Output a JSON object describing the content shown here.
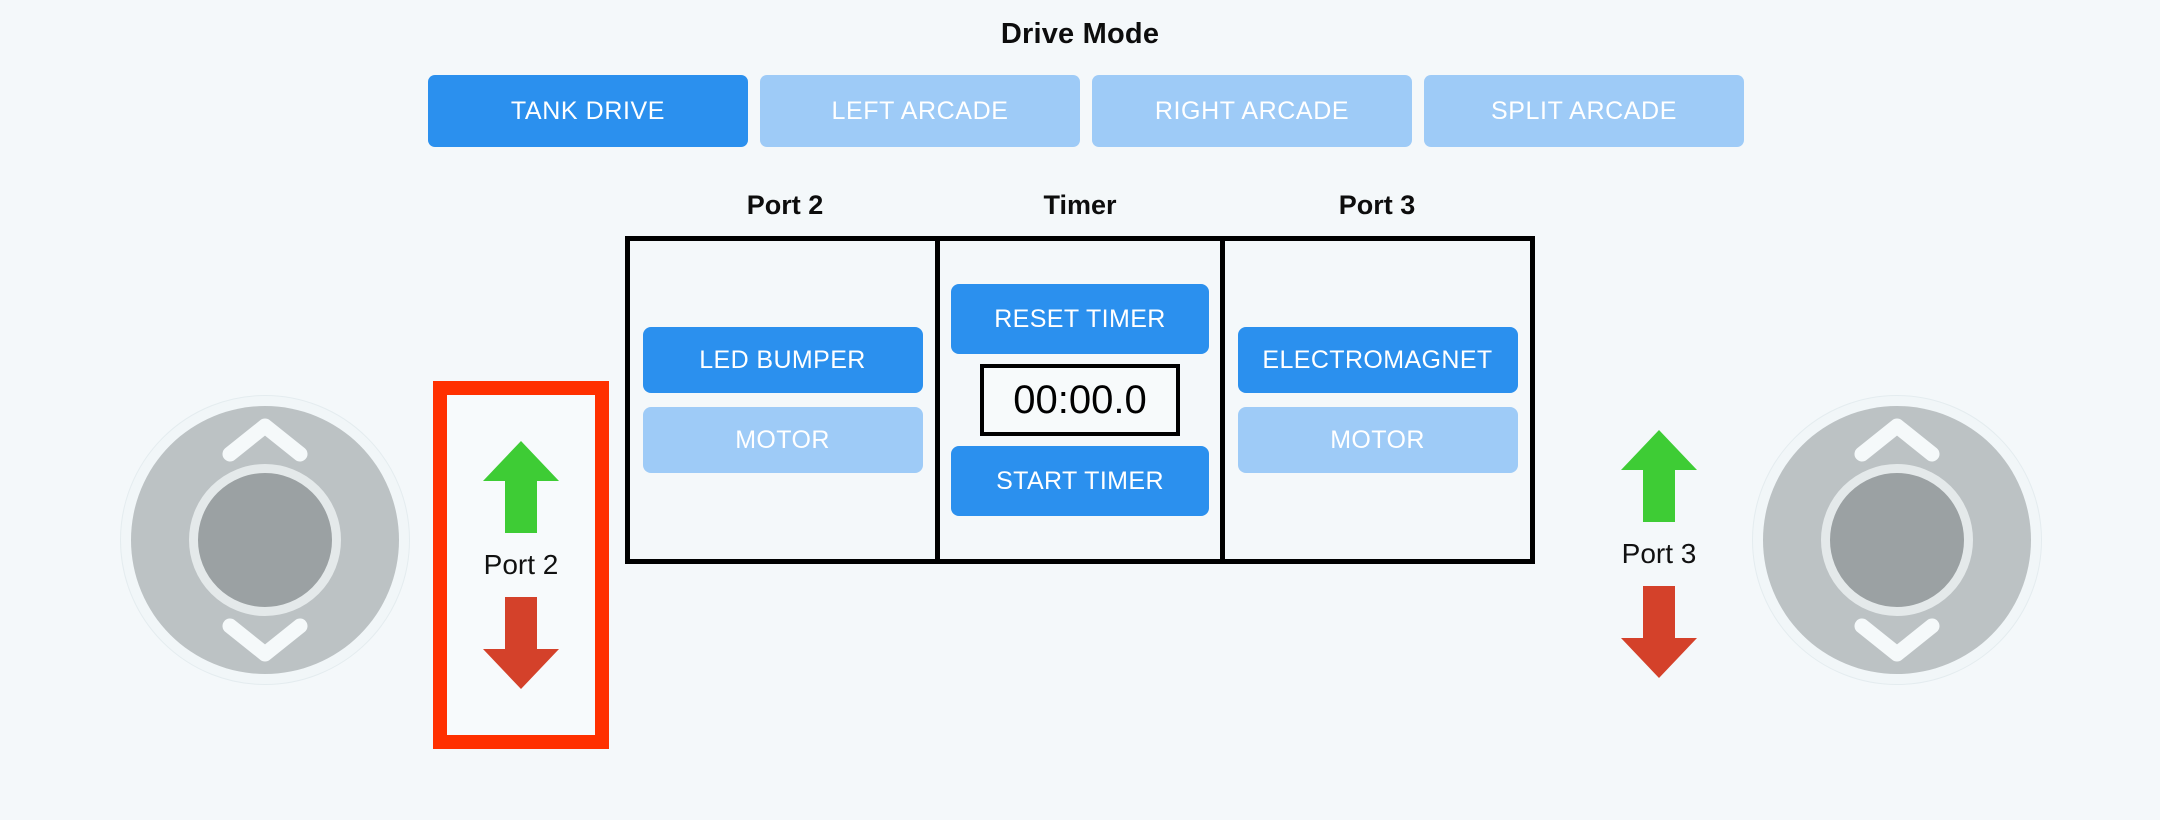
{
  "theme": {
    "background": "#f4f8fa",
    "accent_blue": "#2b90ee",
    "inactive_blue": "#9ecbf7",
    "highlight_red": "#ff3000",
    "arrow_green": "#3ecc35",
    "arrow_red": "#d4412a",
    "panel_border": "#000000",
    "joystick_gray": "#bcc2c4",
    "joystick_knob_gray": "#9ba1a3"
  },
  "drive_mode": {
    "title": "Drive Mode",
    "selected": "TANK DRIVE",
    "options": [
      {
        "label": "TANK DRIVE",
        "active": true
      },
      {
        "label": "LEFT ARCADE",
        "active": false
      },
      {
        "label": "RIGHT ARCADE",
        "active": false
      },
      {
        "label": "SPLIT ARCADE",
        "active": false
      }
    ]
  },
  "panels": {
    "port2": {
      "heading": "Port 2",
      "device_button": "LED BUMPER",
      "device_active": true,
      "motor_button": "MOTOR",
      "motor_active": false
    },
    "timer": {
      "heading": "Timer",
      "reset_button": "RESET TIMER",
      "display_value": "00:00.0",
      "start_button": "START TIMER"
    },
    "port3": {
      "heading": "Port 3",
      "device_button": "ELECTROMAGNET",
      "device_active": true,
      "motor_button": "MOTOR",
      "motor_active": false
    }
  },
  "port_controls": {
    "port2": {
      "label": "Port 2",
      "up_icon": "arrow-up-icon",
      "down_icon": "arrow-down-icon",
      "highlighted": true
    },
    "port3": {
      "label": "Port 3",
      "up_icon": "arrow-up-icon",
      "down_icon": "arrow-down-icon",
      "highlighted": false
    }
  },
  "joysticks": {
    "left": {
      "name": "left-joystick",
      "up_icon": "chevron-up-icon",
      "down_icon": "chevron-down-icon"
    },
    "right": {
      "name": "right-joystick",
      "up_icon": "chevron-up-icon",
      "down_icon": "chevron-down-icon"
    }
  }
}
